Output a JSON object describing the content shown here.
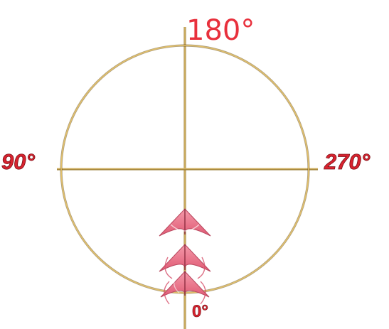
{
  "labels": {
    "top": "180°",
    "left": "90°",
    "right": "270°",
    "bottom": "0°"
  },
  "colors": {
    "ring": "#c9a24a",
    "label": "#e8303c",
    "kite": "#ef7f93"
  },
  "kites": {
    "count": 3
  }
}
